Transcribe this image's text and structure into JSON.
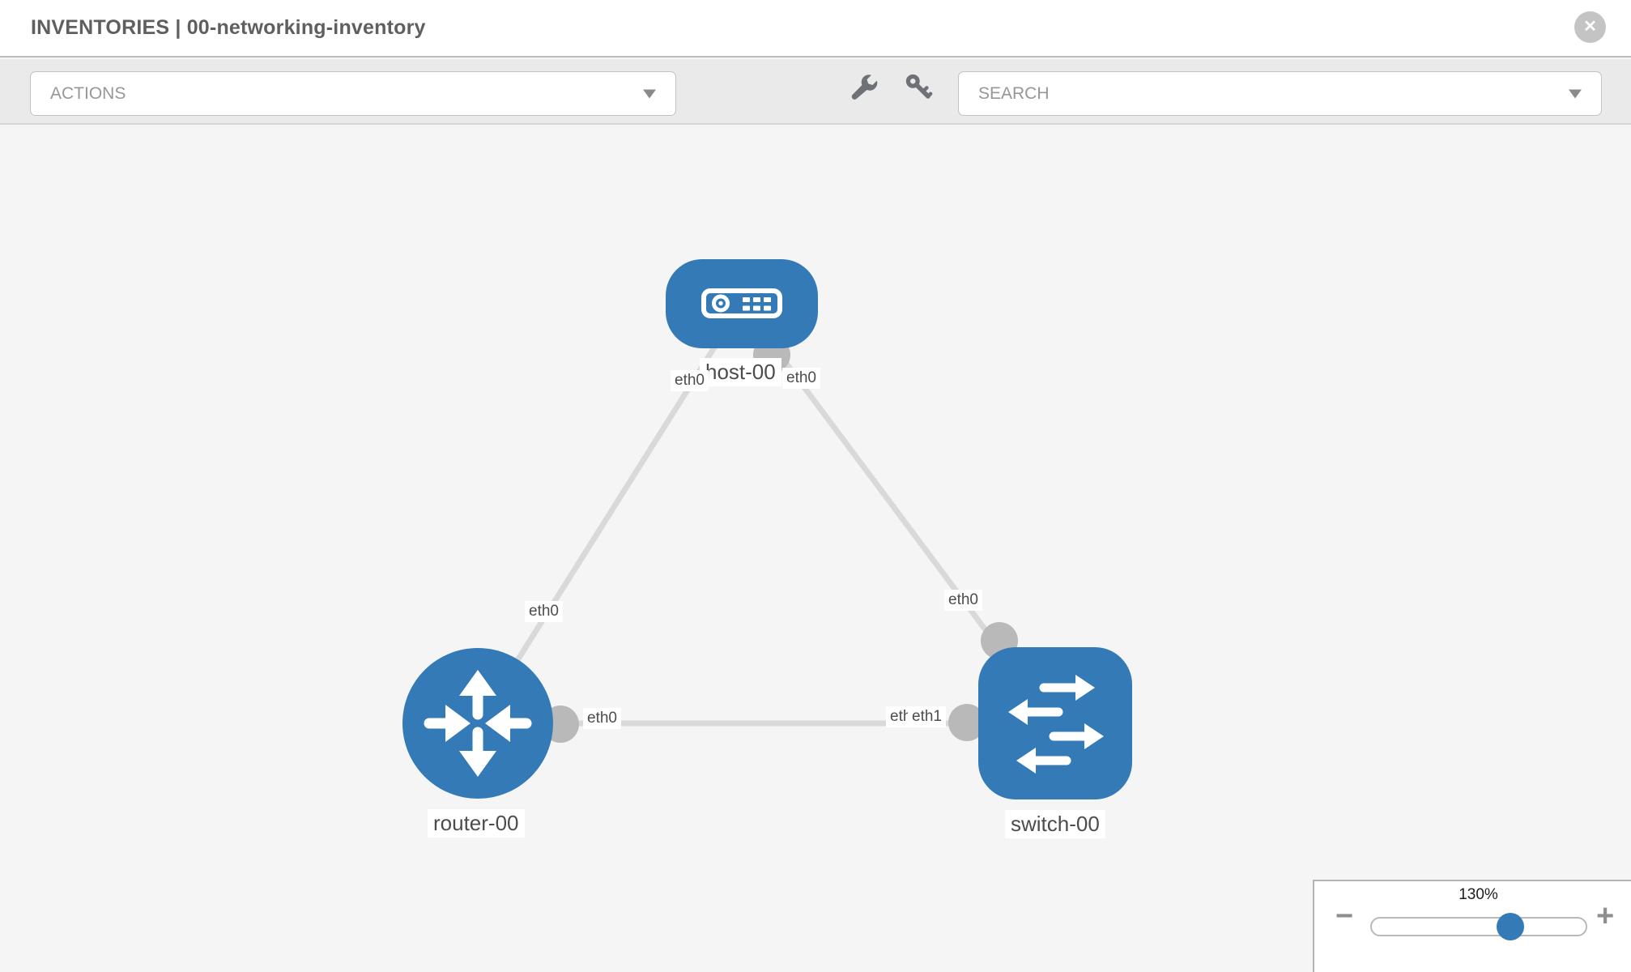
{
  "header": {
    "title": "INVENTORIES | 00-networking-inventory",
    "close_glyph": "✕"
  },
  "toolbar": {
    "actions_label": "ACTIONS",
    "search_label": "SEARCH"
  },
  "topology": {
    "nodes": [
      {
        "id": "host-00",
        "type": "host",
        "label": "host-00"
      },
      {
        "id": "router-00",
        "type": "router",
        "label": "router-00"
      },
      {
        "id": "switch-00",
        "type": "switch",
        "label": "switch-00"
      }
    ],
    "links": [
      {
        "from": "host-00",
        "to": "router-00",
        "from_interface": "eth0",
        "to_interface": "eth0"
      },
      {
        "from": "host-00",
        "to": "switch-00",
        "from_interface": "eth0",
        "to_interface": "eth0"
      },
      {
        "from": "router-00",
        "to": "switch-00",
        "from_interface": "eth0",
        "to_interface": "eth1"
      }
    ],
    "interface_labels": {
      "host_router_at_host": "eth0",
      "host_router_at_router": "eth0",
      "host_switch_at_host": "eth0",
      "host_switch_at_switch": "eth0",
      "router_switch_at_router": "eth0",
      "router_switch_at_switch_back": "eth0",
      "router_switch_at_switch_front": "eth1"
    }
  },
  "zoom_control": {
    "level": "130%",
    "minus_glyph": "−",
    "plus_glyph": "+"
  },
  "colors": {
    "node_blue": "#337ab7",
    "link_gray": "#d9d9d9",
    "connector_gray": "#b9b9b9",
    "toolbar_gray": "#eaeaea",
    "canvas_gray": "#f5f5f6"
  }
}
